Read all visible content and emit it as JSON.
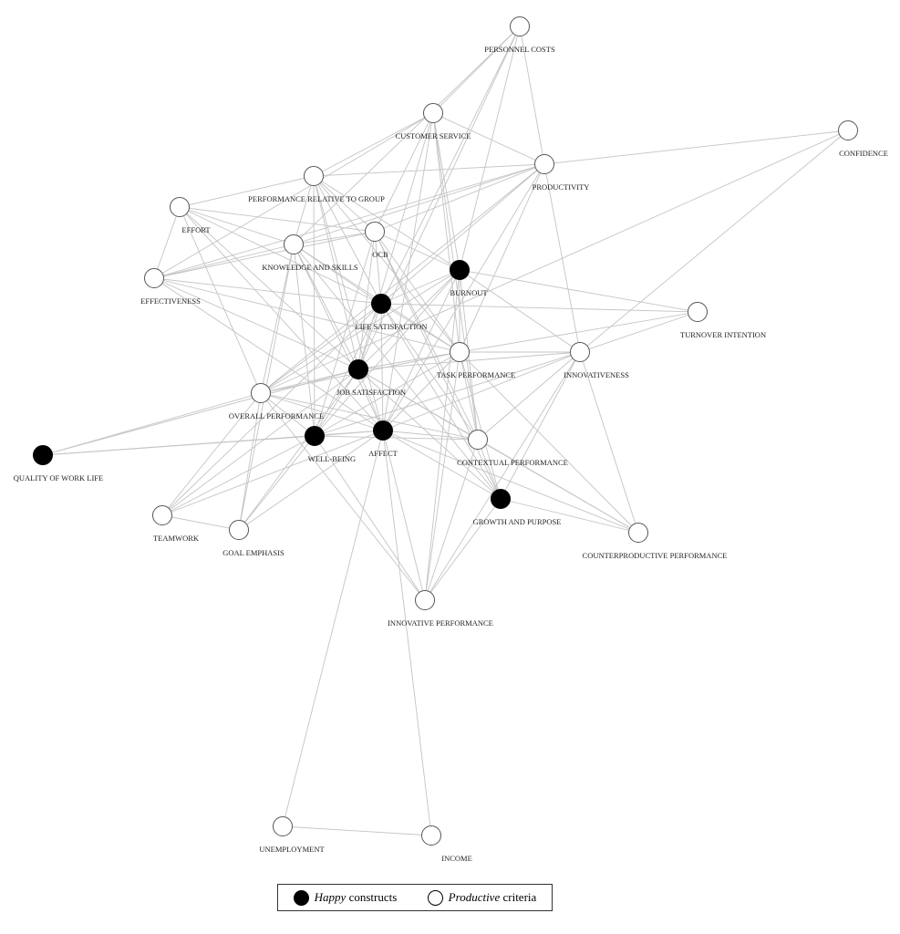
{
  "diagram": {
    "type": "network",
    "nodes": [
      {
        "id": "personnel_costs",
        "label": "PERSONNEL COSTS",
        "kind": "productive"
      },
      {
        "id": "customer_service",
        "label": "CUSTOMER SERVICE",
        "kind": "productive"
      },
      {
        "id": "confidence",
        "label": "CONFIDENCE",
        "kind": "productive"
      },
      {
        "id": "productivity",
        "label": "PRODUCTIVITY",
        "kind": "productive"
      },
      {
        "id": "perf_rel_group",
        "label": "PERFORMANCE RELATIVE TO GROUP",
        "kind": "productive"
      },
      {
        "id": "effort",
        "label": "EFFORT",
        "kind": "productive"
      },
      {
        "id": "ocb",
        "label": "OCB",
        "kind": "productive"
      },
      {
        "id": "knowledge_skills",
        "label": "KNOWLEDGE AND SKILLS",
        "kind": "productive"
      },
      {
        "id": "burnout",
        "label": "BURNOUT",
        "kind": "happy"
      },
      {
        "id": "effectiveness",
        "label": "EFFECTIVENESS",
        "kind": "productive"
      },
      {
        "id": "life_satisfaction",
        "label": "LIFE SATISFACTION",
        "kind": "happy"
      },
      {
        "id": "turnover_intention",
        "label": "TURNOVER INTENTION",
        "kind": "productive"
      },
      {
        "id": "task_performance",
        "label": "TASK PERFORMANCE",
        "kind": "productive"
      },
      {
        "id": "innovativeness",
        "label": "INNOVATIVENESS",
        "kind": "productive"
      },
      {
        "id": "job_satisfaction",
        "label": "JOB SATISFACTION",
        "kind": "happy"
      },
      {
        "id": "overall_performance",
        "label": "OVERALL PERFORMANCE",
        "kind": "productive"
      },
      {
        "id": "affect",
        "label": "AFFECT",
        "kind": "happy"
      },
      {
        "id": "well_being",
        "label": "WELL-BEING",
        "kind": "happy"
      },
      {
        "id": "contextual_performance",
        "label": "CONTEXTUAL PERFORMANCE",
        "kind": "productive"
      },
      {
        "id": "quality_work_life",
        "label": "QUALITY OF WORK LIFE",
        "kind": "happy"
      },
      {
        "id": "growth_purpose",
        "label": "GROWTH AND PURPOSE",
        "kind": "happy"
      },
      {
        "id": "teamwork",
        "label": "TEAMWORK",
        "kind": "productive"
      },
      {
        "id": "goal_emphasis",
        "label": "GOAL EMPHASIS",
        "kind": "productive"
      },
      {
        "id": "counterproductive",
        "label": "COUNTERPRODUCTIVE PERFORMANCE",
        "kind": "productive"
      },
      {
        "id": "innovative_performance",
        "label": "INNOVATIVE PERFORMANCE",
        "kind": "productive"
      },
      {
        "id": "unemployment",
        "label": "UNEMPLOYMENT",
        "kind": "productive"
      },
      {
        "id": "income",
        "label": "INCOME",
        "kind": "productive"
      }
    ],
    "edges": [
      [
        "personnel_costs",
        "customer_service"
      ],
      [
        "personnel_costs",
        "burnout"
      ],
      [
        "personnel_costs",
        "productivity"
      ],
      [
        "personnel_costs",
        "life_satisfaction"
      ],
      [
        "personnel_costs",
        "job_satisfaction"
      ],
      [
        "personnel_costs",
        "knowledge_skills"
      ],
      [
        "customer_service",
        "perf_rel_group"
      ],
      [
        "customer_service",
        "productivity"
      ],
      [
        "customer_service",
        "effectiveness"
      ],
      [
        "customer_service",
        "task_performance"
      ],
      [
        "customer_service",
        "affect"
      ],
      [
        "customer_service",
        "job_satisfaction"
      ],
      [
        "customer_service",
        "burnout"
      ],
      [
        "customer_service",
        "ocb"
      ],
      [
        "customer_service",
        "contextual_performance"
      ],
      [
        "confidence",
        "productivity"
      ],
      [
        "confidence",
        "innovativeness"
      ],
      [
        "confidence",
        "overall_performance"
      ],
      [
        "productivity",
        "perf_rel_group"
      ],
      [
        "productivity",
        "knowledge_skills"
      ],
      [
        "productivity",
        "innovativeness"
      ],
      [
        "productivity",
        "task_performance"
      ],
      [
        "productivity",
        "overall_performance"
      ],
      [
        "productivity",
        "life_satisfaction"
      ],
      [
        "productivity",
        "affect"
      ],
      [
        "productivity",
        "effectiveness"
      ],
      [
        "productivity",
        "ocb"
      ],
      [
        "perf_rel_group",
        "effort"
      ],
      [
        "perf_rel_group",
        "knowledge_skills"
      ],
      [
        "perf_rel_group",
        "life_satisfaction"
      ],
      [
        "perf_rel_group",
        "job_satisfaction"
      ],
      [
        "perf_rel_group",
        "affect"
      ],
      [
        "perf_rel_group",
        "burnout"
      ],
      [
        "perf_rel_group",
        "task_performance"
      ],
      [
        "perf_rel_group",
        "well_being"
      ],
      [
        "perf_rel_group",
        "ocb"
      ],
      [
        "effort",
        "effectiveness"
      ],
      [
        "effort",
        "knowledge_skills"
      ],
      [
        "effort",
        "overall_performance"
      ],
      [
        "effort",
        "job_satisfaction"
      ],
      [
        "effort",
        "affect"
      ],
      [
        "effort",
        "ocb"
      ],
      [
        "effort",
        "life_satisfaction"
      ],
      [
        "ocb",
        "knowledge_skills"
      ],
      [
        "ocb",
        "life_satisfaction"
      ],
      [
        "ocb",
        "job_satisfaction"
      ],
      [
        "ocb",
        "task_performance"
      ],
      [
        "ocb",
        "contextual_performance"
      ],
      [
        "ocb",
        "burnout"
      ],
      [
        "ocb",
        "well_being"
      ],
      [
        "ocb",
        "effectiveness"
      ],
      [
        "ocb",
        "growth_purpose"
      ],
      [
        "knowledge_skills",
        "effectiveness"
      ],
      [
        "knowledge_skills",
        "job_satisfaction"
      ],
      [
        "knowledge_skills",
        "life_satisfaction"
      ],
      [
        "knowledge_skills",
        "overall_performance"
      ],
      [
        "knowledge_skills",
        "well_being"
      ],
      [
        "knowledge_skills",
        "affect"
      ],
      [
        "knowledge_skills",
        "task_performance"
      ],
      [
        "knowledge_skills",
        "goal_emphasis"
      ],
      [
        "knowledge_skills",
        "growth_purpose"
      ],
      [
        "burnout",
        "task_performance"
      ],
      [
        "burnout",
        "life_satisfaction"
      ],
      [
        "burnout",
        "job_satisfaction"
      ],
      [
        "burnout",
        "turnover_intention"
      ],
      [
        "burnout",
        "overall_performance"
      ],
      [
        "burnout",
        "affect"
      ],
      [
        "burnout",
        "contextual_performance"
      ],
      [
        "burnout",
        "innovativeness"
      ],
      [
        "burnout",
        "innovative_performance"
      ],
      [
        "burnout",
        "well_being"
      ],
      [
        "effectiveness",
        "life_satisfaction"
      ],
      [
        "effectiveness",
        "job_satisfaction"
      ],
      [
        "effectiveness",
        "affect"
      ],
      [
        "effectiveness",
        "task_performance"
      ],
      [
        "life_satisfaction",
        "turnover_intention"
      ],
      [
        "life_satisfaction",
        "task_performance"
      ],
      [
        "life_satisfaction",
        "job_satisfaction"
      ],
      [
        "life_satisfaction",
        "overall_performance"
      ],
      [
        "life_satisfaction",
        "well_being"
      ],
      [
        "life_satisfaction",
        "affect"
      ],
      [
        "life_satisfaction",
        "contextual_performance"
      ],
      [
        "life_satisfaction",
        "growth_purpose"
      ],
      [
        "life_satisfaction",
        "teamwork"
      ],
      [
        "turnover_intention",
        "innovativeness"
      ],
      [
        "turnover_intention",
        "task_performance"
      ],
      [
        "task_performance",
        "job_satisfaction"
      ],
      [
        "task_performance",
        "innovativeness"
      ],
      [
        "task_performance",
        "contextual_performance"
      ],
      [
        "task_performance",
        "affect"
      ],
      [
        "task_performance",
        "well_being"
      ],
      [
        "task_performance",
        "overall_performance"
      ],
      [
        "task_performance",
        "innovative_performance"
      ],
      [
        "task_performance",
        "counterproductive"
      ],
      [
        "task_performance",
        "growth_purpose"
      ],
      [
        "innovativeness",
        "job_satisfaction"
      ],
      [
        "innovativeness",
        "affect"
      ],
      [
        "innovativeness",
        "contextual_performance"
      ],
      [
        "innovativeness",
        "growth_purpose"
      ],
      [
        "innovativeness",
        "counterproductive"
      ],
      [
        "innovativeness",
        "innovative_performance"
      ],
      [
        "innovativeness",
        "well_being"
      ],
      [
        "job_satisfaction",
        "overall_performance"
      ],
      [
        "job_satisfaction",
        "well_being"
      ],
      [
        "job_satisfaction",
        "affect"
      ],
      [
        "job_satisfaction",
        "contextual_performance"
      ],
      [
        "job_satisfaction",
        "growth_purpose"
      ],
      [
        "job_satisfaction",
        "teamwork"
      ],
      [
        "job_satisfaction",
        "goal_emphasis"
      ],
      [
        "job_satisfaction",
        "quality_work_life"
      ],
      [
        "job_satisfaction",
        "counterproductive"
      ],
      [
        "overall_performance",
        "quality_work_life"
      ],
      [
        "overall_performance",
        "well_being"
      ],
      [
        "overall_performance",
        "affect"
      ],
      [
        "overall_performance",
        "teamwork"
      ],
      [
        "overall_performance",
        "goal_emphasis"
      ],
      [
        "overall_performance",
        "contextual_performance"
      ],
      [
        "overall_performance",
        "innovative_performance"
      ],
      [
        "affect",
        "well_being"
      ],
      [
        "affect",
        "contextual_performance"
      ],
      [
        "affect",
        "growth_purpose"
      ],
      [
        "affect",
        "counterproductive"
      ],
      [
        "affect",
        "innovative_performance"
      ],
      [
        "affect",
        "unemployment"
      ],
      [
        "affect",
        "income"
      ],
      [
        "affect",
        "quality_work_life"
      ],
      [
        "affect",
        "teamwork"
      ],
      [
        "affect",
        "goal_emphasis"
      ],
      [
        "well_being",
        "quality_work_life"
      ],
      [
        "well_being",
        "teamwork"
      ],
      [
        "well_being",
        "goal_emphasis"
      ],
      [
        "well_being",
        "contextual_performance"
      ],
      [
        "well_being",
        "innovative_performance"
      ],
      [
        "contextual_performance",
        "growth_purpose"
      ],
      [
        "contextual_performance",
        "counterproductive"
      ],
      [
        "contextual_performance",
        "innovative_performance"
      ],
      [
        "growth_purpose",
        "counterproductive"
      ],
      [
        "growth_purpose",
        "innovative_performance"
      ],
      [
        "teamwork",
        "goal_emphasis"
      ],
      [
        "unemployment",
        "income"
      ]
    ]
  },
  "legend": {
    "happy_italic": "Happy",
    "happy_rest": " constructs",
    "productive_italic": "Productive",
    "productive_rest": " criteria"
  }
}
